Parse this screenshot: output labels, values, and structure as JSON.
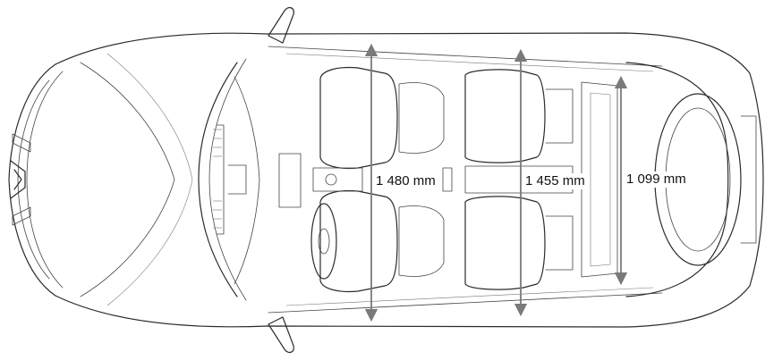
{
  "dimensions": [
    {
      "id": "front-width",
      "label": "1 480 mm"
    },
    {
      "id": "rear-width",
      "label": "1 455 mm"
    },
    {
      "id": "boot-width",
      "label": "1 099 mm"
    }
  ]
}
